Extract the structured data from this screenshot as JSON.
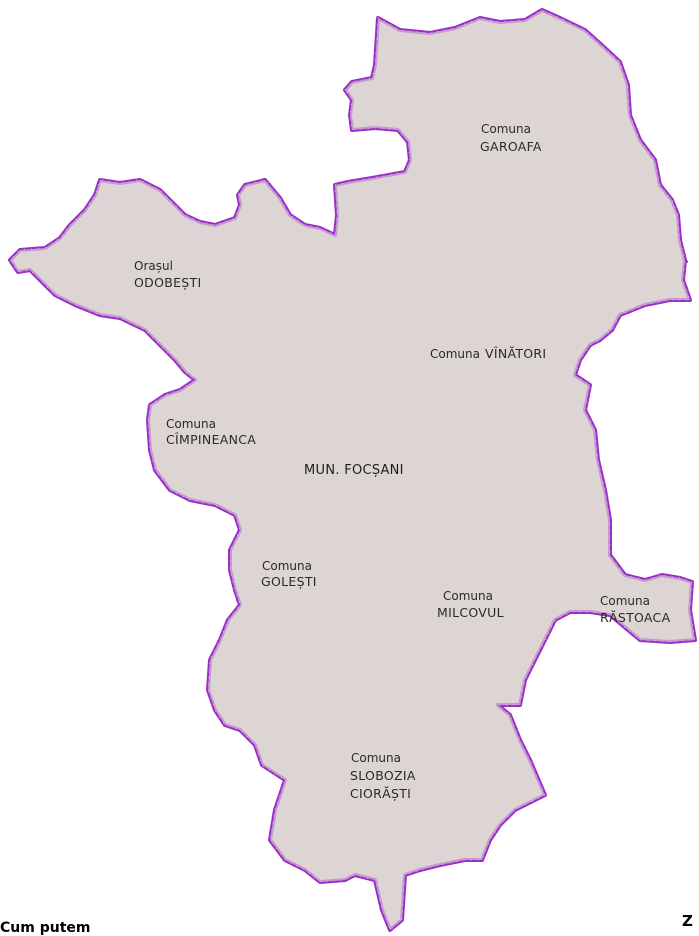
{
  "map": {
    "municipality": {
      "name": "MUN. FOCȘANI",
      "highlight_color": "#f29a92"
    },
    "colors": {
      "land": "#ddd5d3",
      "outer_border": "#9a2cc8",
      "inner_border": "#23449a"
    },
    "regions": [
      {
        "id": "garoafa",
        "prefix": "Comuna",
        "name": "GAROAFA"
      },
      {
        "id": "odobesti",
        "prefix": "Orașul",
        "name": "ODOBEȘTI"
      },
      {
        "id": "vinatori",
        "prefix": "Comuna",
        "name": "VÎNĂTORI"
      },
      {
        "id": "cimpineanca",
        "prefix": "Comuna",
        "name": "CÎMPINEANCA"
      },
      {
        "id": "golesti",
        "prefix": "Comuna",
        "name": "GOLEȘTI"
      },
      {
        "id": "milcovul",
        "prefix": "Comuna",
        "name": "MILCOVUL"
      },
      {
        "id": "rastoaca",
        "prefix": "Comuna",
        "name": "RĂSTOACA"
      },
      {
        "id": "slobozia",
        "prefix": "Comuna",
        "name_line1": "SLOBOZIA",
        "name_line2": "CIORĂȘTI"
      }
    ]
  },
  "caption": "Cum putem",
  "corner_text": "Z"
}
